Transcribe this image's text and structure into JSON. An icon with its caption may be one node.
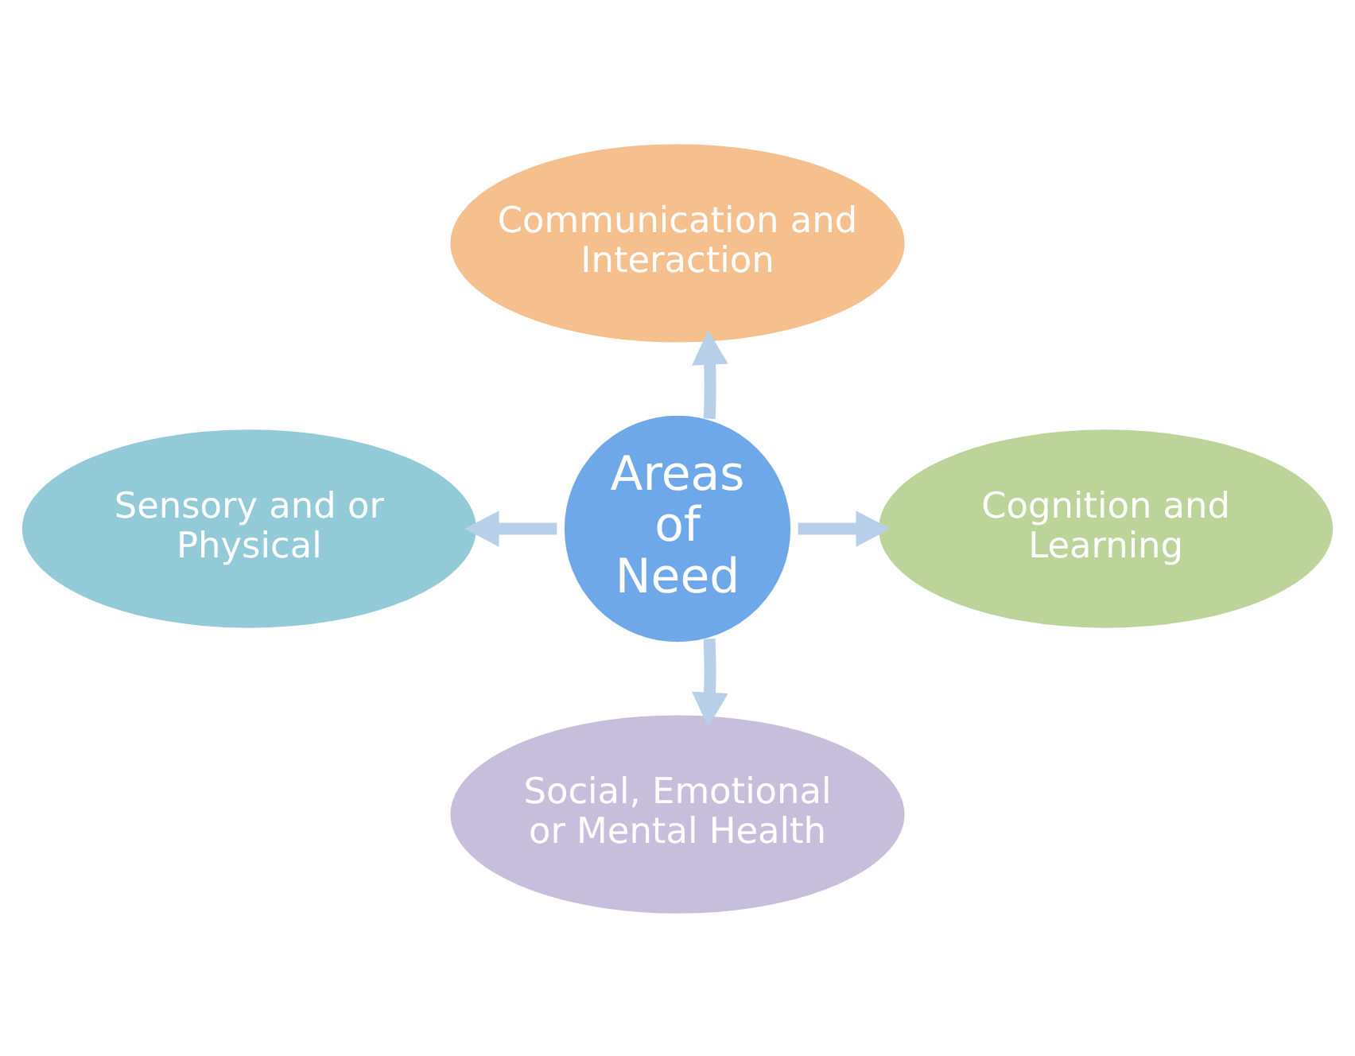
{
  "diagram": {
    "nodes": [
      {
        "text": [
          "Communication and Interaction"
        ]
      },
      {
        "text": [
          "Sensory and or Physical"
        ]
      },
      {
        "text": [
          "Areas of Need"
        ]
      },
      {
        "text": [
          "Cognition and Learning"
        ]
      },
      {
        "text": [
          "Social, Emotional or Mental Health"
        ]
      }
    ],
    "edges": [
      {
        "from": 2,
        "to": 0,
        "arrow": "to"
      },
      {
        "from": 2,
        "to": 1,
        "arrow": "to"
      },
      {
        "from": 2,
        "to": 3,
        "arrow": "to"
      },
      {
        "from": 2,
        "to": 4,
        "arrow": "to"
      }
    ]
  }
}
